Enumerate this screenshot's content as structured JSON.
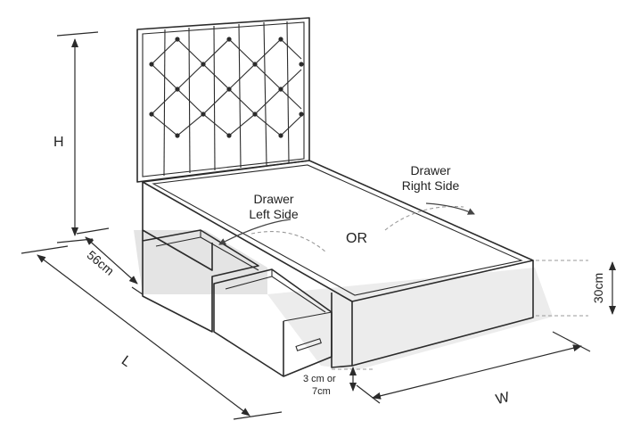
{
  "labels": {
    "height": "H",
    "length": "L",
    "width": "W",
    "depth": "56cm",
    "base_height": "30cm",
    "clearance_line1": "3 cm or",
    "clearance_line2": "7cm",
    "drawer_left_line1": "Drawer",
    "drawer_left_line2": "Left Side",
    "drawer_right_line1": "Drawer",
    "drawer_right_line2": "Right Side",
    "or": "OR"
  },
  "colors": {
    "line": "#2b2b2b",
    "shadow": "#d9d9d9",
    "dashed": "#9a9a9a",
    "arrow": "#444444"
  }
}
